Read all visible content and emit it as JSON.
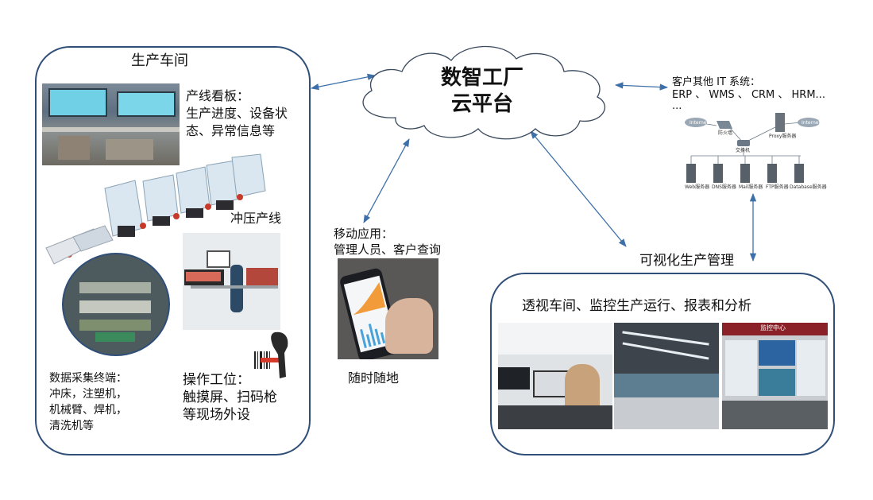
{
  "cloud": {
    "line1": "数智工厂",
    "line2": "云平台"
  },
  "workshop": {
    "title": "生产车间",
    "board_title": "产线看板：",
    "board_line1": "生产进度、设备状",
    "board_line2": "态、异常信息等",
    "stamping_label": "冲压产线",
    "terminal_title": "数据采集终端：",
    "terminal_line1": "冲床，注塑机，",
    "terminal_line2": "机械臂、焊机，",
    "terminal_line3": "清洗机等",
    "station_title": "操作工位：",
    "station_line1": "触摸屏、扫码枪",
    "station_line2": "等现场外设"
  },
  "mobile": {
    "title": "移动应用：",
    "subtitle": "管理人员、客户查询",
    "caption": "随时随地"
  },
  "it_systems": {
    "title": "客户其他 IT 系统：",
    "line": "ERP 、 WMS 、 CRM 、 HRM...",
    "ellipsis": "...",
    "net_labels": {
      "internet_left": "Internet",
      "firewall": "防火墙",
      "switch": "交换机",
      "proxy": "Proxy服务器",
      "internet_right": "Internet",
      "servers": [
        "Web服务器",
        "DNS服务器",
        "Mail服务器",
        "FTP服务器",
        "Database服务器"
      ]
    }
  },
  "visual": {
    "label": "可视化生产管理",
    "title": "透视车间、监控生产运行、报表和分析",
    "screen_text": "监控中心"
  },
  "colors": {
    "border": "#2f4f79",
    "arrow": "#3d6fa8"
  }
}
